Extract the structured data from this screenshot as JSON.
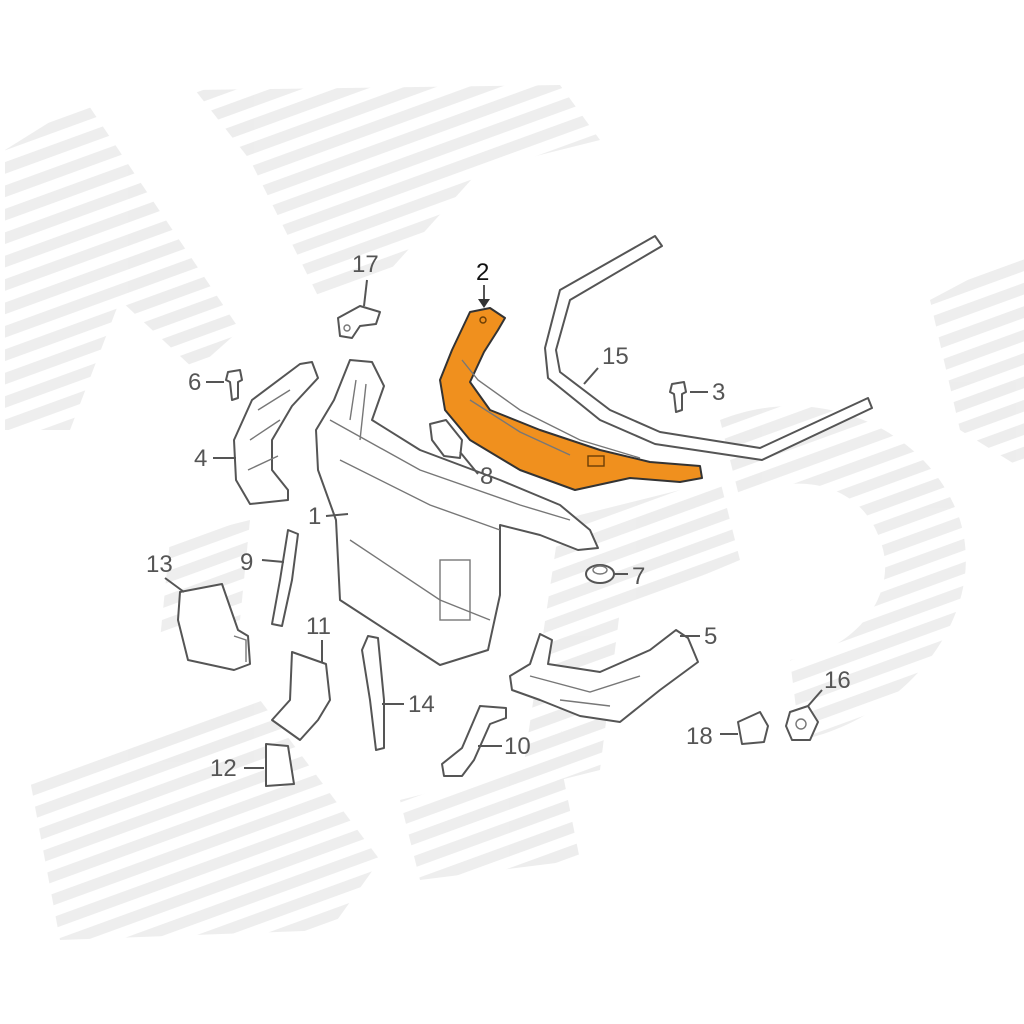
{
  "diagram": {
    "highlight_color": "#F0901E",
    "line_color": "#555555",
    "watermark_color": "#ececec",
    "highlighted_part": "2",
    "callouts": [
      {
        "id": "c1",
        "label": "1"
      },
      {
        "id": "c2",
        "label": "2"
      },
      {
        "id": "c3",
        "label": "3"
      },
      {
        "id": "c4",
        "label": "4"
      },
      {
        "id": "c5",
        "label": "5"
      },
      {
        "id": "c6",
        "label": "6"
      },
      {
        "id": "c7",
        "label": "7"
      },
      {
        "id": "c8",
        "label": "8"
      },
      {
        "id": "c9",
        "label": "9"
      },
      {
        "id": "c10",
        "label": "10"
      },
      {
        "id": "c11",
        "label": "11"
      },
      {
        "id": "c12",
        "label": "12"
      },
      {
        "id": "c13",
        "label": "13"
      },
      {
        "id": "c14",
        "label": "14"
      },
      {
        "id": "c15",
        "label": "15"
      },
      {
        "id": "c16",
        "label": "16"
      },
      {
        "id": "c17",
        "label": "17"
      },
      {
        "id": "c18",
        "label": "18"
      }
    ]
  }
}
